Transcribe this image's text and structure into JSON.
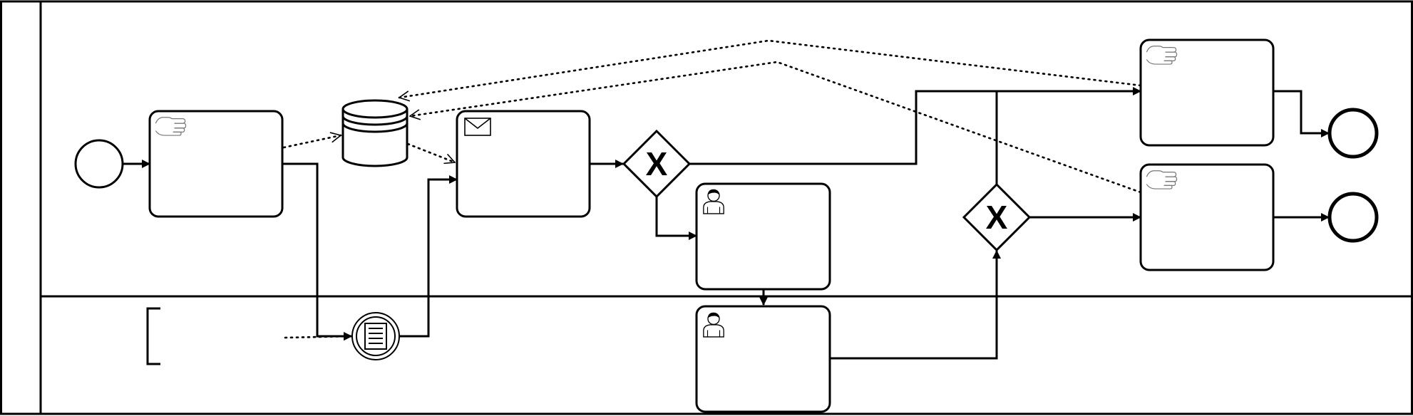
{
  "diagram": {
    "kind": "bpmn-process",
    "pool": {
      "label": ""
    },
    "lanes": [
      {
        "id": "lane-1",
        "label": ""
      },
      {
        "id": "lane-2",
        "label": ""
      }
    ],
    "start_event": {
      "label": ""
    },
    "tasks": [
      {
        "id": "manual-task-1",
        "type": "manual",
        "icon": "hand-icon",
        "label": ""
      },
      {
        "id": "send-task",
        "type": "send",
        "icon": "envelope-icon",
        "label": ""
      },
      {
        "id": "user-task-1",
        "type": "user",
        "icon": "user-icon",
        "label": ""
      },
      {
        "id": "user-task-2",
        "type": "user",
        "icon": "user-icon",
        "label": ""
      },
      {
        "id": "manual-task-2",
        "type": "manual",
        "icon": "hand-icon",
        "label": ""
      },
      {
        "id": "manual-task-3",
        "type": "manual",
        "icon": "hand-icon",
        "label": ""
      }
    ],
    "gateways": [
      {
        "id": "gateway-1",
        "type": "exclusive",
        "marker": "X"
      },
      {
        "id": "gateway-2",
        "type": "exclusive",
        "marker": "X"
      }
    ],
    "intermediate_event": {
      "type": "conditional",
      "icon": "document-icon",
      "label": ""
    },
    "data_store": {
      "icon": "database-icon",
      "label": ""
    },
    "annotation": {
      "text": ""
    },
    "end_events": [
      {
        "id": "end-event-1",
        "label": ""
      },
      {
        "id": "end-event-2",
        "label": ""
      }
    ],
    "colors": {
      "stroke": "#000000",
      "background": "#ffffff",
      "hand_icon": "#777777"
    }
  }
}
